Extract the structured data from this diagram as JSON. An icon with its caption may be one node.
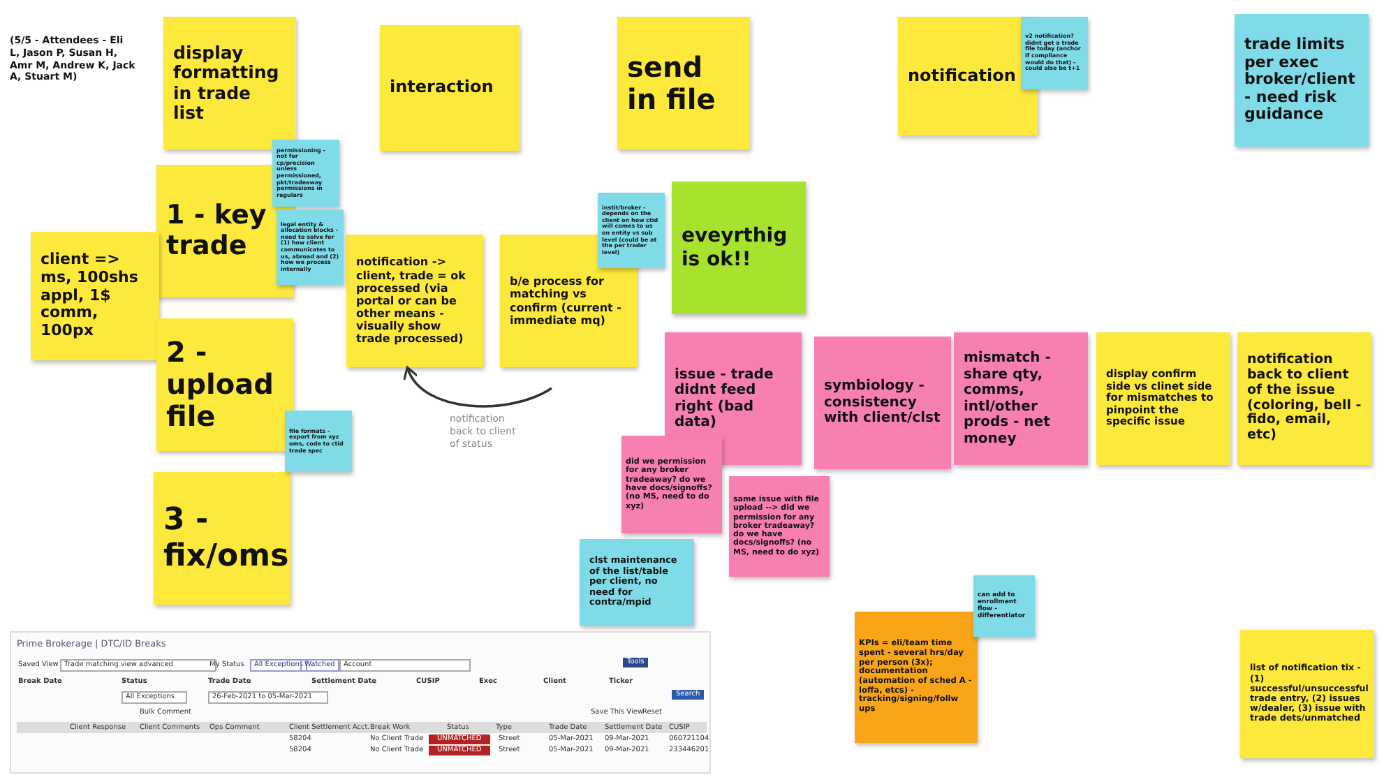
{
  "diagram": {
    "nodes": [
      {
        "text": [
          "display formatting in trade list"
        ]
      },
      {
        "text": [
          "interaction"
        ]
      },
      {
        "text": [
          "send in file"
        ]
      },
      {
        "text": [
          "notification"
        ]
      },
      {
        "text": [
          "v2 notification? didnt get a trade file today (anchor if compliance would do that) - could also be t+1"
        ]
      },
      {
        "text": [
          "trade limits per exec broker/client - need risk guidance"
        ]
      },
      {
        "text": [
          "permissioning - not for cp/precision unless permissioned, pkt/tradeaway permissions in regulars"
        ]
      },
      {
        "text": [
          "1 - key trade"
        ]
      },
      {
        "text": [
          "legal entity & allocation blocks - need to solve for (1) how client communicates to us, abroad and (2) how we process internally"
        ]
      },
      {
        "text": [
          "client => ms, 100shs appl, 1$ comm, 100px"
        ]
      },
      {
        "text": [
          "notification -> client, trade = ok processed (via portal or can be other means - visually show trade processed)"
        ]
      },
      {
        "text": [
          "b/e process for matching vs confirm (current - immediate mq)"
        ]
      },
      {
        "text": [
          "instit/broker - depends on the client on how ctid will comes to us on entity vs sub level (could be at the per trader level)"
        ]
      },
      {
        "text": [
          "eveyrthig is ok!!"
        ]
      },
      {
        "text": [
          "2 - upload file"
        ]
      },
      {
        "text": [
          "file formats - export from xyz oms, code to ctid trade spec"
        ]
      },
      {
        "text": [
          "3 - fix/oms"
        ]
      },
      {
        "text": [
          "issue - trade didnt feed right (bad data)"
        ]
      },
      {
        "text": [
          "symbiology - consistency with client/clst"
        ]
      },
      {
        "text": [
          "mismatch - share qty, comms, intl/other prods - net money"
        ]
      },
      {
        "text": [
          "display confirm side vs clinet side for mismatches to pinpoint the specific issue"
        ]
      },
      {
        "text": [
          "notification back to client of the issue (coloring, bell - fido, email, etc)"
        ]
      },
      {
        "text": [
          "did we permission for any broker tradeaway? do we have docs/signoffs? (no MS, need to do xyz)"
        ]
      },
      {
        "text": [
          "same issue with file upload --> did we permission for any broker tradeaway? do we have docs/signoffs? (no MS, need to do xyz)"
        ]
      },
      {
        "text": [
          "clst maintenance of the list/table per client, no need for contra/mpid"
        ]
      },
      {
        "text": [
          "can add to enrollment flow - differentiator"
        ]
      },
      {
        "text": [
          "KPIs = eli/team time spent - several hrs/day per person (3x); documentation (automation of sched A - loffa, etcs) - tracking/signing/follw ups"
        ]
      },
      {
        "text": [
          "list of notification tix - (1) successful/unsuccessful trade entry, (2) issues w/dealer, (3) issue with trade dets/unmatched"
        ]
      }
    ],
    "edges": [
      {
        "from": 11,
        "to": 10,
        "arrow": "to",
        "label": "notification back to client of status"
      }
    ],
    "labels": [
      "(5/5 - Attendees - Eli L, Jason P, Susan H, Amr M, Andrew K, Jack A, Stuart M)",
      "Prime Brokerage | DTC/ID Breaks",
      "Saved View",
      "Trade matching view advanced",
      "My Status",
      "All Exceptions",
      "Watched",
      "Account",
      "Tools",
      "Break Date",
      "Status",
      "Trade Date",
      "Settlement Date",
      "CUSIP",
      "Exec",
      "Client",
      "Ticker",
      "All Exceptions",
      "26-Feb-2021 to 05-Mar-2021",
      "Search",
      "Bulk Comment",
      "Save This View",
      "Reset",
      "Client Response",
      "Client Comments",
      "Ops Comment",
      "Client Settlement Acct.",
      "Break Work",
      "Status",
      "Type",
      "Trade Date",
      "Settlement Date",
      "CUSIP",
      "58204",
      "No Client Trade",
      "UNMATCHED",
      "Street",
      "05-Mar-2021",
      "09-Mar-2021",
      "060721104",
      "58204",
      "No Client Trade",
      "UNMATCHED",
      "Street",
      "05-Mar-2021",
      "09-Mar-2021",
      "233446201"
    ]
  }
}
